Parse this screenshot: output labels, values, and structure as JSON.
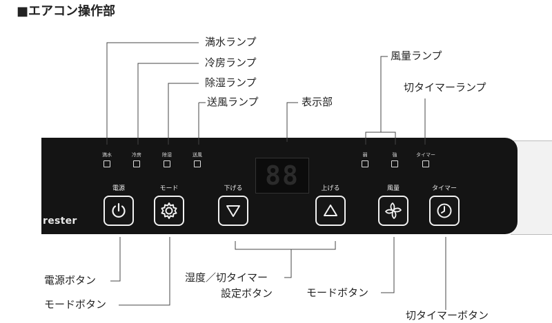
{
  "heading": "■エアコン操作部",
  "callouts": {
    "full_water_lamp": "満水ランプ",
    "cooling_lamp": "冷房ランプ",
    "dehumidify_lamp": "除湿ランプ",
    "fan_lamp": "送風ランプ",
    "display": "表示部",
    "fan_speed_lamp": "風量ランプ",
    "timer_lamp": "切タイマーランプ",
    "power_button": "電源ボタン",
    "mode_button_left": "モードボタン",
    "humidity_timer_line1": "湿度／切タイマー",
    "humidity_timer_line2": "設定ボタン",
    "mode_button_right": "モードボタン",
    "timer_button": "切タイマーボタン"
  },
  "panel": {
    "brand": "rester",
    "lamps": {
      "full_water": "満水",
      "cooling": "冷房",
      "dehumidify": "除湿",
      "fan": "送風",
      "weak": "弱",
      "strong": "強",
      "timer": "タイマー"
    },
    "display_digits": "88",
    "buttons": {
      "power": "電源",
      "mode": "モード",
      "down": "下げる",
      "up": "上げる",
      "fan_speed": "風量",
      "timer": "タイマー"
    }
  },
  "icons": {
    "power": "power-icon",
    "mode": "gear-icon",
    "down": "triangle-down-icon",
    "up": "triangle-up-icon",
    "fan_speed": "fan-icon",
    "timer": "clock-icon"
  }
}
